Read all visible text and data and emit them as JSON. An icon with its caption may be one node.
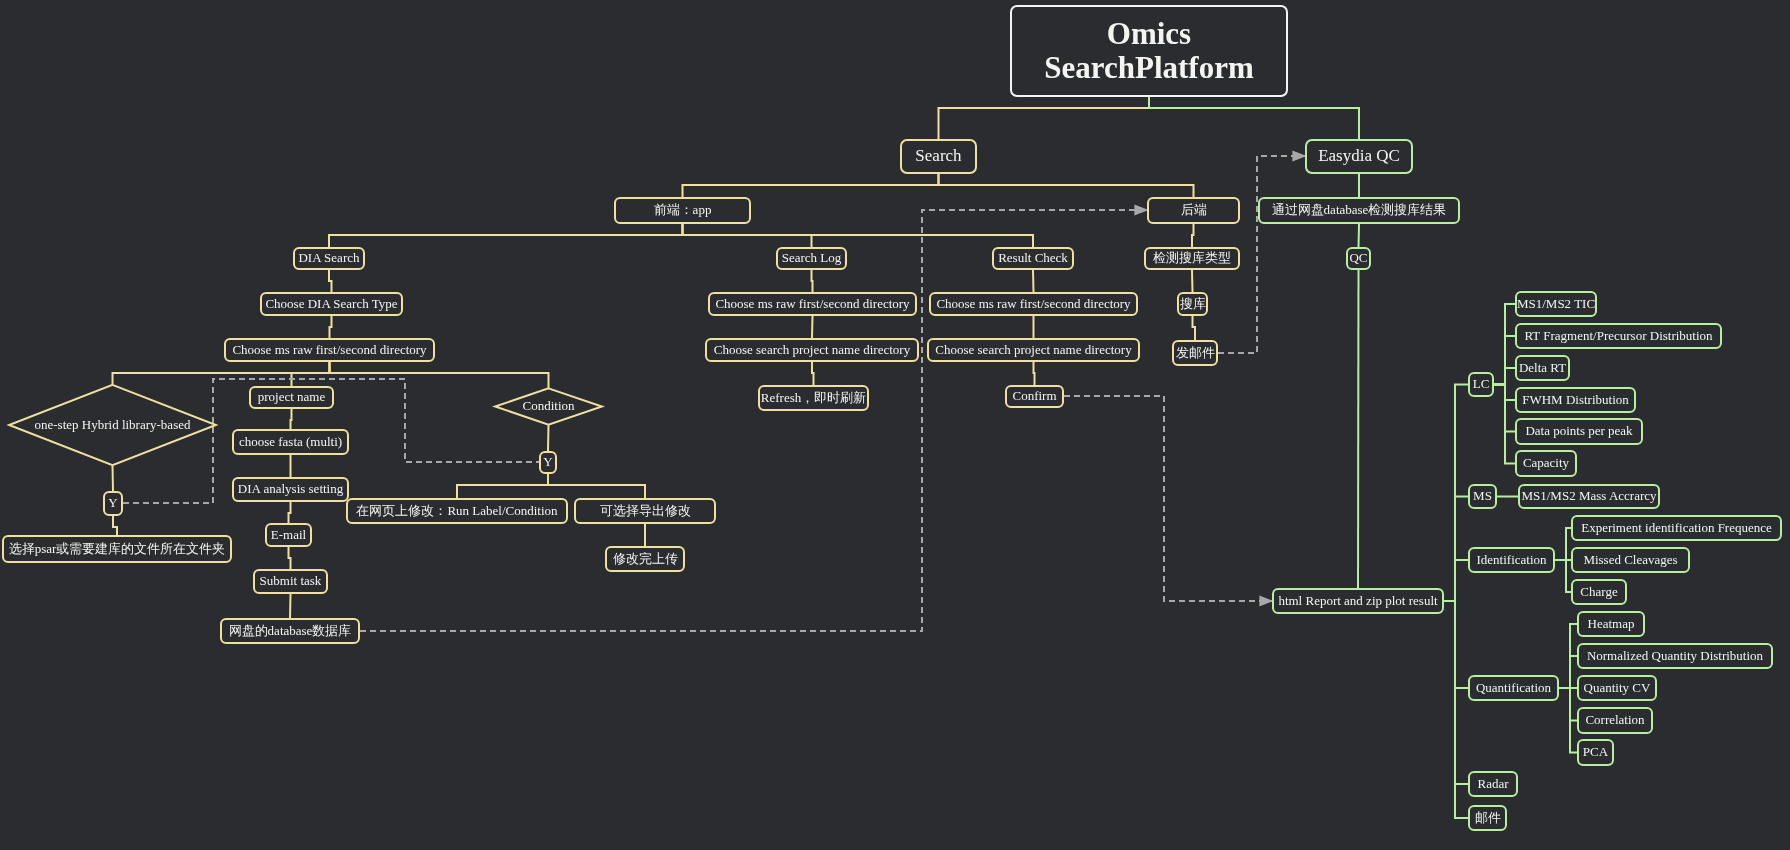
{
  "diagram": {
    "nodes": [
      {
        "text": [
          "Omics SearchPlatform"
        ]
      },
      {
        "text": [
          "Search"
        ]
      },
      {
        "text": [
          "Easydia QC"
        ]
      },
      {
        "text": [
          "前端：app"
        ]
      },
      {
        "text": [
          "后端"
        ]
      },
      {
        "text": [
          "DIA Search"
        ]
      },
      {
        "text": [
          "Search Log"
        ]
      },
      {
        "text": [
          "Result Check"
        ]
      },
      {
        "text": [
          "检测搜库类型"
        ]
      },
      {
        "text": [
          "Choose DIA Search Type"
        ]
      },
      {
        "text": [
          "Choose ms raw first/second directory"
        ]
      },
      {
        "text": [
          "Choose ms raw first/second directory"
        ]
      },
      {
        "text": [
          "搜库"
        ]
      },
      {
        "text": [
          "Choose ms raw first/second directory"
        ]
      },
      {
        "text": [
          "Choose search project name directory"
        ]
      },
      {
        "text": [
          "Choose search project name directory"
        ]
      },
      {
        "text": [
          "发邮件"
        ]
      },
      {
        "text": [
          "one-step Hybrid library-based"
        ]
      },
      {
        "text": [
          "project name"
        ]
      },
      {
        "text": [
          "Condition"
        ]
      },
      {
        "text": [
          "Refresh，即时刷新"
        ]
      },
      {
        "text": [
          "Confirm"
        ]
      },
      {
        "text": [
          "choose fasta (multi)"
        ]
      },
      {
        "text": [
          "Y"
        ]
      },
      {
        "text": [
          "Y"
        ]
      },
      {
        "text": [
          "DIA analysis setting"
        ]
      },
      {
        "text": [
          "在网页上修改：Run Label/Condition"
        ]
      },
      {
        "text": [
          "可选择导出修改"
        ]
      },
      {
        "text": [
          "E-mail"
        ]
      },
      {
        "text": [
          "选择psar或需要建库的文件所在文件夹"
        ]
      },
      {
        "text": [
          "修改完上传"
        ]
      },
      {
        "text": [
          "Submit task"
        ]
      },
      {
        "text": [
          "网盘的database数据库"
        ]
      },
      {
        "text": [
          "通过网盘database检测搜库结果"
        ]
      },
      {
        "text": [
          "QC"
        ]
      },
      {
        "text": [
          "LC"
        ]
      },
      {
        "text": [
          "MS1/MS2 TIC"
        ]
      },
      {
        "text": [
          "RT Fragment/Precursor Distribution"
        ]
      },
      {
        "text": [
          "Delta RT"
        ]
      },
      {
        "text": [
          "FWHM Distribution"
        ]
      },
      {
        "text": [
          "Data points per peak"
        ]
      },
      {
        "text": [
          "Capacity"
        ]
      },
      {
        "text": [
          "MS"
        ]
      },
      {
        "text": [
          "MS1/MS2 Mass Accrarcy"
        ]
      },
      {
        "text": [
          "html Report and zip plot result"
        ]
      },
      {
        "text": [
          "Identification"
        ]
      },
      {
        "text": [
          "Experiment identification Frequence"
        ]
      },
      {
        "text": [
          "Missed Cleavages"
        ]
      },
      {
        "text": [
          "Charge"
        ]
      },
      {
        "text": [
          "Quantification"
        ]
      },
      {
        "text": [
          "Heatmap"
        ]
      },
      {
        "text": [
          "Normalized Quantity Distribution"
        ]
      },
      {
        "text": [
          "Quantity CV"
        ]
      },
      {
        "text": [
          "Correlation"
        ]
      },
      {
        "text": [
          "PCA"
        ]
      },
      {
        "text": [
          "Radar"
        ]
      },
      {
        "text": [
          "邮件"
        ]
      }
    ],
    "edges": [
      {
        "from": 0,
        "to": 1,
        "arrow": "none"
      },
      {
        "from": 0,
        "to": 2,
        "arrow": "none",
        "color": "#b8eea0"
      },
      {
        "from": 1,
        "to": 3,
        "arrow": "none"
      },
      {
        "from": 1,
        "to": 4,
        "arrow": "none"
      },
      {
        "from": 3,
        "to": 5,
        "arrow": "none"
      },
      {
        "from": 3,
        "to": 6,
        "arrow": "none"
      },
      {
        "from": 3,
        "to": 7,
        "arrow": "none"
      },
      {
        "from": 4,
        "to": 8,
        "arrow": "none"
      },
      {
        "from": 5,
        "to": 9,
        "arrow": "none"
      },
      {
        "from": 9,
        "to": 13,
        "arrow": "none"
      },
      {
        "from": 13,
        "to": 17,
        "arrow": "none"
      },
      {
        "from": 13,
        "to": 18,
        "arrow": "none"
      },
      {
        "from": 13,
        "to": 19,
        "arrow": "none"
      },
      {
        "from": 17,
        "to": 24,
        "arrow": "none"
      },
      {
        "from": 24,
        "to": 29,
        "arrow": "none"
      },
      {
        "from": 18,
        "to": 22,
        "arrow": "none"
      },
      {
        "from": 22,
        "to": 25,
        "arrow": "none"
      },
      {
        "from": 25,
        "to": 28,
        "arrow": "none"
      },
      {
        "from": 28,
        "to": 31,
        "arrow": "none"
      },
      {
        "from": 31,
        "to": 32,
        "arrow": "none"
      },
      {
        "from": 19,
        "to": 23,
        "arrow": "none"
      },
      {
        "from": 23,
        "to": 26,
        "arrow": "none"
      },
      {
        "from": 23,
        "to": 27,
        "arrow": "none"
      },
      {
        "from": 27,
        "to": 30,
        "arrow": "none"
      },
      {
        "from": 6,
        "to": 10,
        "arrow": "none"
      },
      {
        "from": 10,
        "to": 14,
        "arrow": "none"
      },
      {
        "from": 14,
        "to": 20,
        "arrow": "none"
      },
      {
        "from": 7,
        "to": 11,
        "arrow": "none"
      },
      {
        "from": 11,
        "to": 15,
        "arrow": "none"
      },
      {
        "from": 15,
        "to": 21,
        "arrow": "none"
      },
      {
        "from": 8,
        "to": 12,
        "arrow": "none"
      },
      {
        "from": 12,
        "to": 16,
        "arrow": "none"
      },
      {
        "from": 2,
        "to": 33,
        "arrow": "none",
        "color": "#b8eea0"
      },
      {
        "from": 33,
        "to": 34,
        "arrow": "none",
        "color": "#b8eea0"
      },
      {
        "from": 34,
        "to": 44,
        "arrow": "none",
        "color": "#b8eea0"
      },
      {
        "from": 44,
        "to": 35,
        "arrow": "none",
        "color": "#b8eea0"
      },
      {
        "from": 35,
        "to": 36,
        "arrow": "none",
        "color": "#b8eea0"
      },
      {
        "from": 35,
        "to": 37,
        "arrow": "none",
        "color": "#b8eea0"
      },
      {
        "from": 35,
        "to": 38,
        "arrow": "none",
        "color": "#b8eea0"
      },
      {
        "from": 35,
        "to": 39,
        "arrow": "none",
        "color": "#b8eea0"
      },
      {
        "from": 35,
        "to": 40,
        "arrow": "none",
        "color": "#b8eea0"
      },
      {
        "from": 35,
        "to": 41,
        "arrow": "none",
        "color": "#b8eea0"
      },
      {
        "from": 44,
        "to": 42,
        "arrow": "none",
        "color": "#b8eea0"
      },
      {
        "from": 42,
        "to": 43,
        "arrow": "none",
        "color": "#b8eea0"
      },
      {
        "from": 44,
        "to": 45,
        "arrow": "none",
        "color": "#b8eea0"
      },
      {
        "from": 45,
        "to": 46,
        "arrow": "none",
        "color": "#b8eea0"
      },
      {
        "from": 45,
        "to": 47,
        "arrow": "none",
        "color": "#b8eea0"
      },
      {
        "from": 45,
        "to": 48,
        "arrow": "none",
        "color": "#b8eea0"
      },
      {
        "from": 44,
        "to": 49,
        "arrow": "none",
        "color": "#b8eea0"
      },
      {
        "from": 49,
        "to": 50,
        "arrow": "none",
        "color": "#b8eea0"
      },
      {
        "from": 49,
        "to": 51,
        "arrow": "none",
        "color": "#b8eea0"
      },
      {
        "from": 49,
        "to": 52,
        "arrow": "none",
        "color": "#b8eea0"
      },
      {
        "from": 49,
        "to": 53,
        "arrow": "none",
        "color": "#b8eea0"
      },
      {
        "from": 49,
        "to": 54,
        "arrow": "none",
        "color": "#b8eea0"
      },
      {
        "from": 44,
        "to": 55,
        "arrow": "none",
        "color": "#b8eea0"
      },
      {
        "from": 44,
        "to": 56,
        "arrow": "none",
        "color": "#b8eea0"
      },
      {
        "from": 24,
        "to": 23,
        "arrow": "none",
        "style": "dashed",
        "color": "#a8a8a8"
      },
      {
        "from": 32,
        "to": 4,
        "arrow": "to",
        "style": "dashed",
        "color": "#a8a8a8"
      },
      {
        "from": 16,
        "to": 2,
        "arrow": "to",
        "style": "dashed",
        "color": "#a8a8a8"
      },
      {
        "from": 21,
        "to": 44,
        "arrow": "to",
        "style": "dashed",
        "color": "#a8a8a8"
      }
    ]
  }
}
